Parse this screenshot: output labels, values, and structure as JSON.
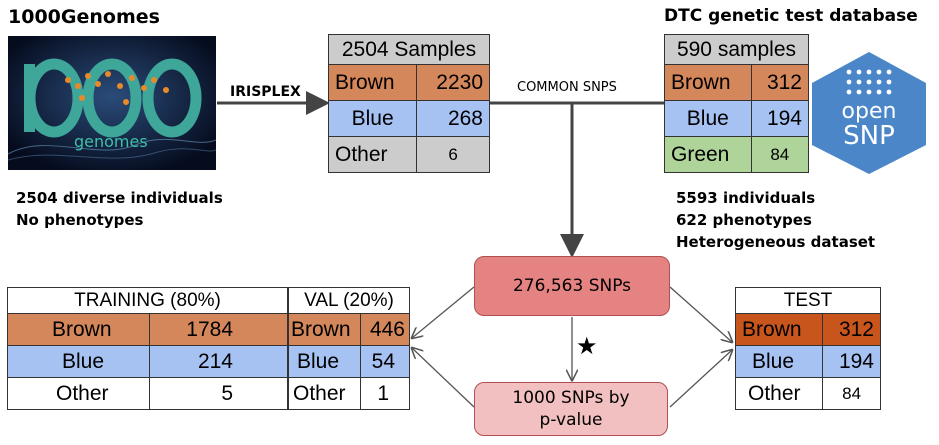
{
  "left_source": {
    "title": "1000Genomes",
    "logo_big": "1000",
    "logo_small": "genomes",
    "note_line1": "2504 diverse individuals",
    "note_line2": "No phenotypes"
  },
  "right_source": {
    "title": "DTC genetic test database",
    "logo_line1": "open",
    "logo_line2": "SNP",
    "note_line1": "5593 individuals",
    "note_line2": "622 phenotypes",
    "note_line3": "Heterogeneous dataset"
  },
  "arrows": {
    "irisplex": "IRISPLEX",
    "common_snps": "COMMON SNPS"
  },
  "samples_1000g": {
    "header": "2504 Samples",
    "rows": [
      {
        "label": "Brown",
        "value": "2230"
      },
      {
        "label": "Blue",
        "value": "268"
      },
      {
        "label": "Other",
        "value": "6"
      }
    ]
  },
  "samples_opensnp": {
    "header": "590 samples",
    "rows": [
      {
        "label": "Brown",
        "value": "312"
      },
      {
        "label": "Blue",
        "value": "194"
      },
      {
        "label": "Green",
        "value": "84"
      }
    ]
  },
  "snp_boxes": {
    "all": "276,563 SNPs",
    "filtered_line1": "1000 SNPs by",
    "filtered_line2": "p-value",
    "star": "★"
  },
  "training": {
    "header": "TRAINING (80%)",
    "rows": [
      {
        "label": "Brown",
        "value": "1784"
      },
      {
        "label": "Blue",
        "value": "214"
      },
      {
        "label": "Other",
        "value": "5"
      }
    ]
  },
  "validation": {
    "header": "VAL (20%)",
    "rows": [
      {
        "label": "Brown",
        "value": "446"
      },
      {
        "label": "Blue",
        "value": "54"
      },
      {
        "label": "Other",
        "value": "1"
      }
    ]
  },
  "test": {
    "header": "TEST",
    "rows": [
      {
        "label": "Brown",
        "value": "312"
      },
      {
        "label": "Blue",
        "value": "194"
      },
      {
        "label": "Other",
        "value": "84"
      }
    ]
  },
  "colors": {
    "brown": "#d4875a",
    "blue": "#a5c2f2",
    "green": "#aed49a",
    "header_gray": "#cccccc",
    "snp_box": "#e58282",
    "snp_box_light": "#f2c0c0",
    "opensnp_hex": "#4a86c8"
  }
}
